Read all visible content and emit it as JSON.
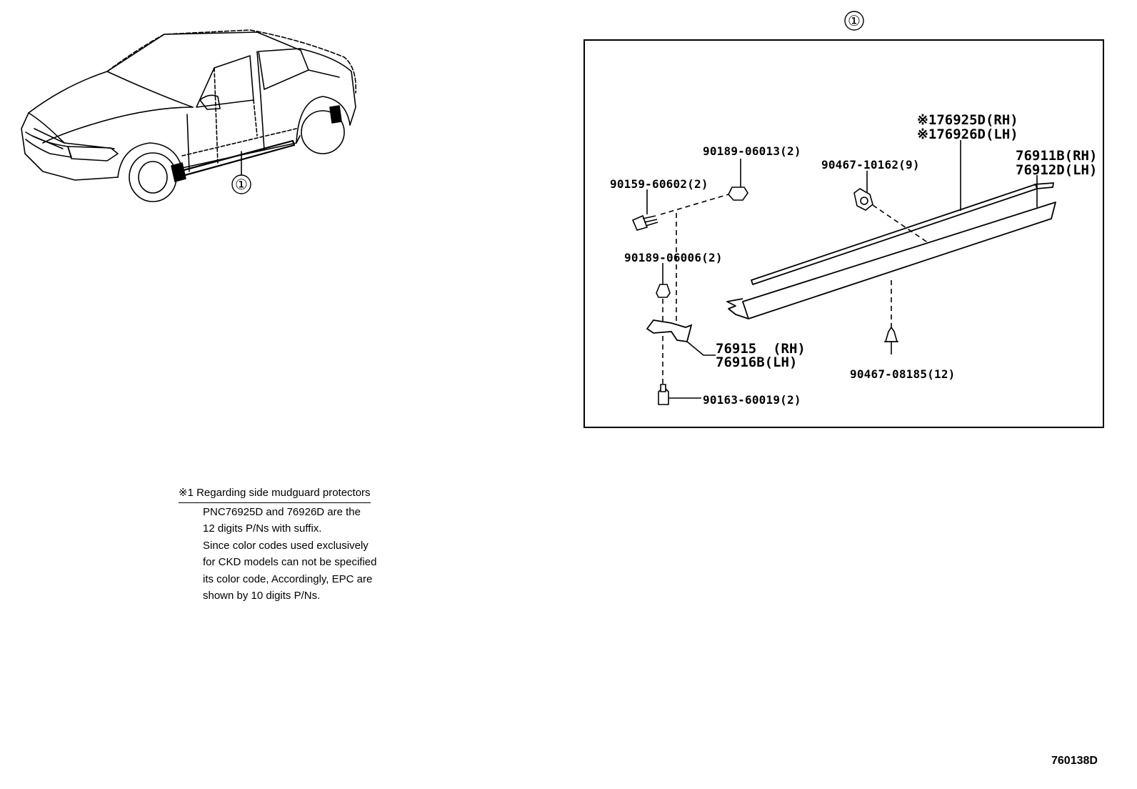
{
  "callout_symbol": "①",
  "parts": {
    "clip_upper_center": "90189-06013(2)",
    "screw_left": "90159-60602(2)",
    "clip_mid_left": "90189-06006(2)",
    "bracket_rh": "76915  (RH)",
    "bracket_lh": "76916B(LH)",
    "screw_bottom": "90163-60019(2)",
    "clip_top_mid": "90467-10162(9)",
    "protector_rh": "※176925D(RH)",
    "protector_lh": "※176926D(LH)",
    "moulding_rh": "76911B(RH)",
    "moulding_lh": "76912D(LH)",
    "clip_bottom_mid": "90467-08185(12)"
  },
  "note": {
    "title": "※1 Regarding side mudguard protectors",
    "lines": [
      "PNC76925D and 76926D are the",
      "12 digits P/Ns with suffix.",
      "Since color codes used exclusively",
      "for CKD models can not be specified",
      "its color code, Accordingly, EPC are",
      "shown by 10 digits P/Ns."
    ]
  },
  "diagram_code": "760138D"
}
